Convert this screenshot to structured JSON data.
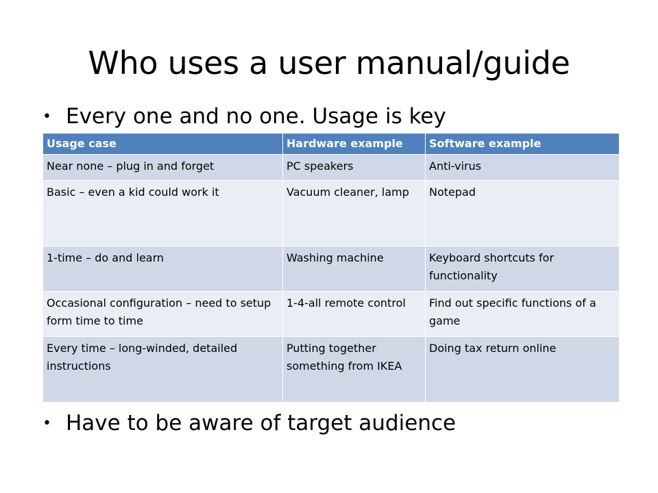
{
  "slide": {
    "title": "Who uses a user manual/guide",
    "bullet_symbol": "•",
    "bullets": [
      "Every one and no one. Usage is key",
      "Have to be aware of target audience"
    ]
  },
  "table": {
    "headers": [
      "Usage case",
      "Hardware example",
      "Software example"
    ],
    "rows": [
      [
        "Near none – plug in and forget",
        "PC speakers",
        "Anti-virus"
      ],
      [
        "Basic – even a kid could work it",
        "Vacuum cleaner, lamp",
        "Notepad"
      ],
      [
        "1-time – do and learn",
        "Washing machine",
        "Keyboard shortcuts for functionality"
      ],
      [
        "Occasional configuration – need to setup form time to time",
        "1-4-all remote control",
        "Find out specific functions of a game"
      ],
      [
        "Every time – long-winded, detailed instructions",
        "Putting together something from IKEA",
        "Doing tax return online"
      ]
    ]
  },
  "colors": {
    "header_bg": "#4f81bd",
    "row_dark": "#d0d8e8",
    "row_light": "#e9edf4"
  }
}
